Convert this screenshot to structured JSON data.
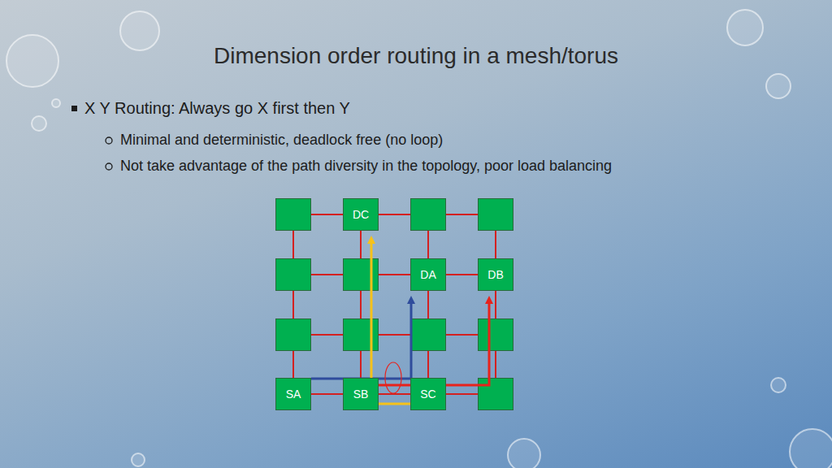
{
  "diagram": {
    "title": "Dimension order routing in a mesh/torus",
    "nodes": [
      {
        "text": [
          "DC"
        ]
      },
      {
        "text": [
          "DA"
        ]
      },
      {
        "text": [
          "DB"
        ]
      },
      {
        "text": [
          "SA"
        ]
      },
      {
        "text": [
          "SB"
        ]
      },
      {
        "text": [
          "SC"
        ]
      }
    ],
    "edges": [
      {
        "from": 3,
        "to": 1,
        "arrow": "to"
      },
      {
        "from": 4,
        "to": 2,
        "arrow": "to"
      },
      {
        "from": 5,
        "to": 0,
        "arrow": "to"
      },
      {
        "from": 1,
        "to": 2,
        "arrow": "none"
      },
      {
        "from": 3,
        "to": 4,
        "arrow": "none"
      },
      {
        "from": 4,
        "to": 5,
        "arrow": "none"
      }
    ],
    "labels": [
      "X Y Routing: Always go X first then Y",
      "Minimal and deterministic, deadlock free (no loop)",
      "Not take advantage of the path diversity in the topology, poor load balancing"
    ]
  }
}
